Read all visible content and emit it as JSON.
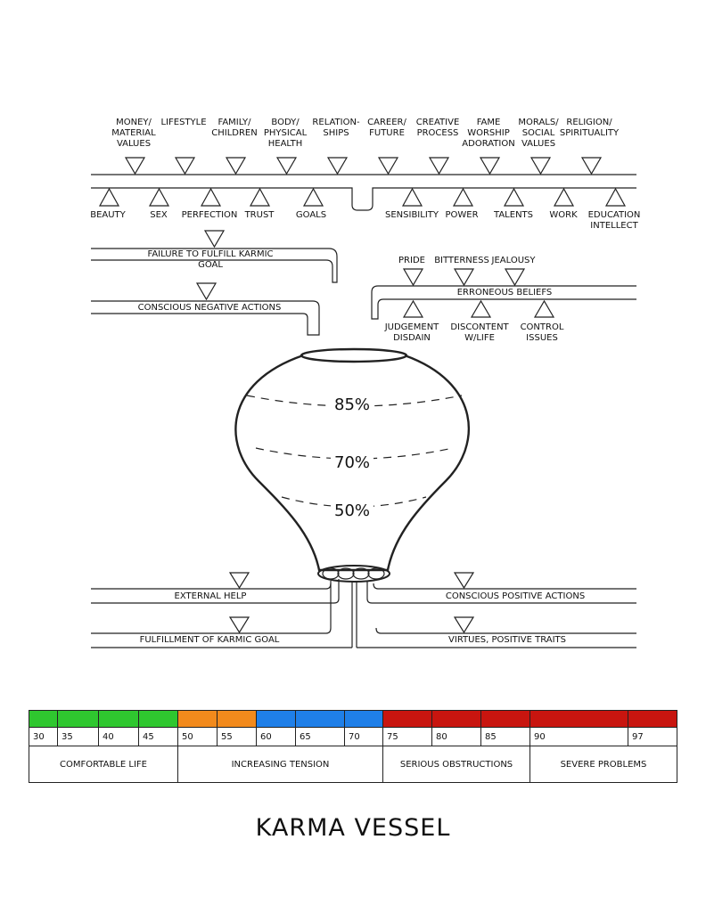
{
  "top_categories": [
    "MONEY/\nMATERIAL\nVALUES",
    "LIFESTYLE",
    "FAMILY/\nCHILDREN",
    "BODY/\nPHYSICAL\nHEALTH",
    "RELATION-\nSHIPS",
    "CAREER/\nFUTURE",
    "CREATIVE\nPROCESS",
    "FAME\nWORSHIP\nADORATION",
    "MORALS/\nSOCIAL\nVALUES",
    "RELIGION/\nSPIRITUALITY"
  ],
  "bottom_categories": [
    "BEAUTY",
    "SEX",
    "PERFECTION",
    "TRUST",
    "GOALS",
    "SENSIBILITY",
    "POWER",
    "TALENTS",
    "WORK",
    "EDUCATION\nINTELLECT"
  ],
  "left_flows": [
    "FAILURE TO FULFILL KARMIC\nGOAL",
    "CONSCIOUS NEGATIVE ACTIONS"
  ],
  "right_top_labels": [
    "PRIDE",
    "BITTERNESS",
    "JEALOUSY"
  ],
  "erroneous_beliefs": "ERRONEOUS BELIEFS",
  "right_bottom_labels": [
    "JUDGEMENT\nDISDAIN",
    "DISCONTENT\nW/LIFE",
    "CONTROL\nISSUES"
  ],
  "vessel_levels": [
    "85%",
    "70%",
    "50%"
  ],
  "outflows_left": [
    "EXTERNAL HELP",
    "FULFILLMENT OF KARMIC GOAL"
  ],
  "outflows_right": [
    "CONSCIOUS POSITIVE ACTIONS",
    "VIRTUES, POSITIVE TRAITS"
  ],
  "scale": {
    "colors": {
      "green": "#2fc72f",
      "orange": "#f28a1c",
      "blue": "#1f7fe8",
      "red": "#c8150f"
    },
    "cells": [
      {
        "num": "30",
        "color": "green"
      },
      {
        "num": "35",
        "color": "green"
      },
      {
        "num": "40",
        "color": "green"
      },
      {
        "num": "45",
        "color": "green"
      },
      {
        "num": "50",
        "color": "orange"
      },
      {
        "num": "55",
        "color": "orange"
      },
      {
        "num": "60",
        "color": "blue"
      },
      {
        "num": "65",
        "color": "blue"
      },
      {
        "num": "70",
        "color": "blue"
      },
      {
        "num": "75",
        "color": "red"
      },
      {
        "num": "80",
        "color": "red"
      },
      {
        "num": "85",
        "color": "red"
      },
      {
        "num": "90",
        "color": "red"
      },
      {
        "num": "97",
        "color": "red"
      }
    ],
    "bands": [
      "COMFORTABLE LIFE",
      "INCREASING TENSION",
      "SERIOUS OBSTRUCTIONS",
      "SEVERE PROBLEMS"
    ]
  },
  "title": "KARMA VESSEL"
}
